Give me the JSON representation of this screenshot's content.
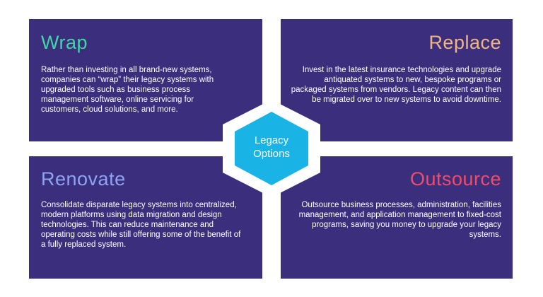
{
  "panels": {
    "wrap": {
      "title": "Wrap",
      "text": "Rather than investing in all brand-new systems, companies can “wrap” their legacy systems with upgraded tools such as business process management software, online servicing for customers, cloud solutions, and more."
    },
    "replace": {
      "title": "Replace",
      "text": "Invest in the latest insurance technologies and upgrade antiquated systems to new, bespoke programs or packaged systems from vendors. Legacy content can then be migrated over to new systems to avoid downtime."
    },
    "renovate": {
      "title": "Renovate",
      "text": "Consolidate disparate legacy systems into centralized, modern platforms using data migration and design technologies. This can reduce maintenance and operating costs while still offering some of the benefit of a fully replaced system."
    },
    "outsource": {
      "title": "Outsource",
      "text": "Outsource business processes, administration, facilities management, and application management to fixed-cost programs, saving you money to upgrade your legacy systems."
    }
  },
  "center": {
    "line1": "Legacy",
    "line2": "Options"
  },
  "colors": {
    "panel_bg": "#3b2f7d",
    "wrap_title": "#3fd6a4",
    "replace_title": "#f0b482",
    "renovate_title": "#8ca4f2",
    "outsource_title": "#f04b6a",
    "hex_fill": "#1ab3e6"
  }
}
